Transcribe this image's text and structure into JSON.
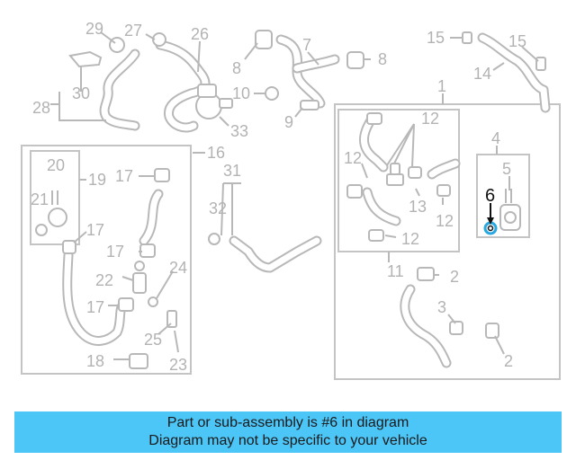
{
  "diagram": {
    "callouts": [
      "29",
      "27",
      "26",
      "15",
      "15",
      "7",
      "8",
      "8",
      "14",
      "30",
      "28",
      "1",
      "10",
      "9",
      "33",
      "16",
      "12",
      "12",
      "4",
      "20",
      "19",
      "17",
      "31",
      "5",
      "6",
      "21",
      "32",
      "13",
      "17",
      "12",
      "17",
      "12",
      "11",
      "2",
      "22",
      "24",
      "17",
      "3",
      "25",
      "18",
      "23",
      "2"
    ],
    "highlighted_part": "6",
    "colors": {
      "line": "#b8b8b8",
      "highlight": "#111111",
      "highlight_ring": "#2aa7df"
    }
  },
  "caption": {
    "line1": "Part or sub-assembly is #6 in diagram",
    "line2": "Diagram may not be specific to your vehicle",
    "background": "#4cc5f7"
  }
}
